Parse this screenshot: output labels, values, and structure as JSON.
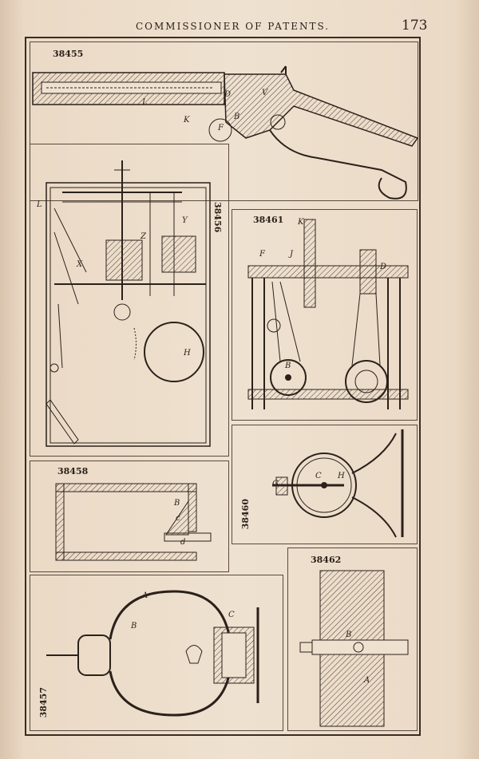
{
  "header": {
    "title": "COMMISSIONER OF PATENTS.",
    "page_number": "173"
  },
  "figures": {
    "p38455": {
      "number": "38455",
      "labels": [
        "L",
        "D",
        "V",
        "K",
        "F",
        "B"
      ]
    },
    "p38456": {
      "number": "38456",
      "labels": [
        "L",
        "Z",
        "Y",
        "X",
        "H"
      ]
    },
    "p38461": {
      "number": "38461",
      "labels": [
        "K",
        "F",
        "J",
        "D",
        "B"
      ]
    },
    "p38458": {
      "number": "38458",
      "labels": [
        "B",
        "c",
        "d"
      ]
    },
    "p38460": {
      "number": "38460",
      "labels": [
        "G",
        "C",
        "H"
      ]
    },
    "p38462": {
      "number": "38462",
      "labels": [
        "B",
        "A"
      ]
    },
    "p38457": {
      "number": "38457",
      "labels": [
        "A",
        "B",
        "C"
      ]
    }
  }
}
